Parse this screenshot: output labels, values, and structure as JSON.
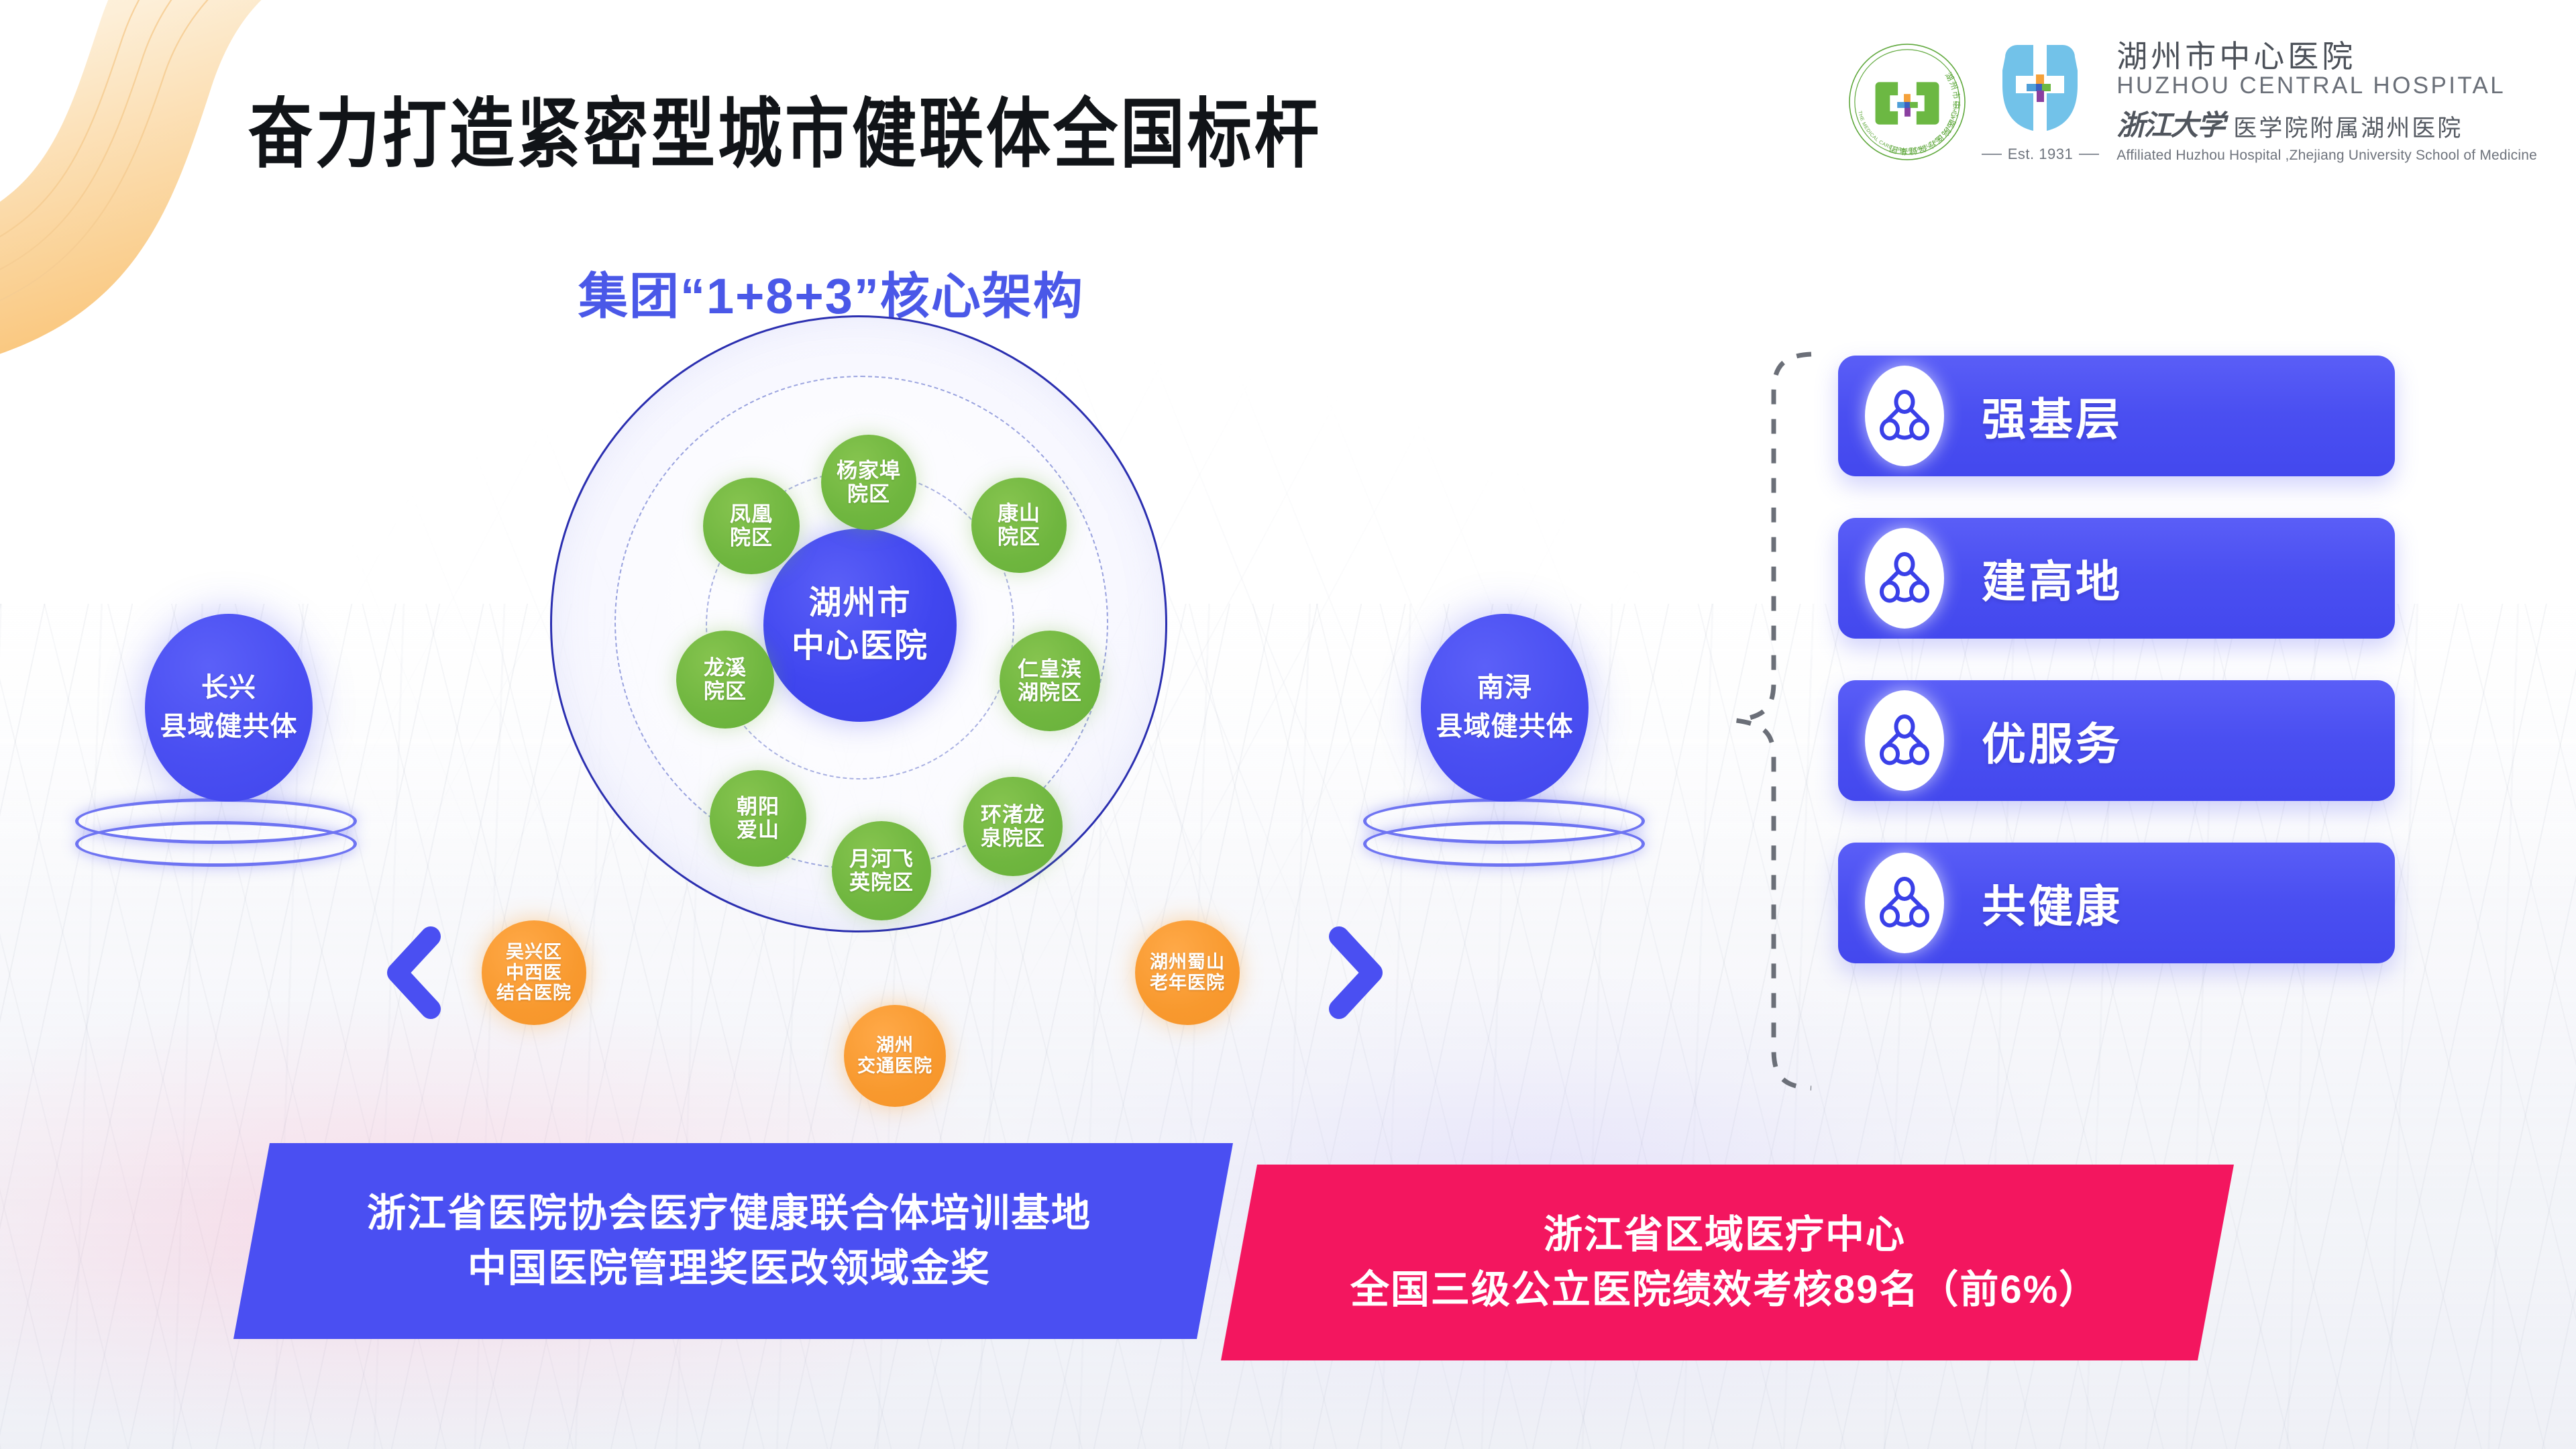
{
  "header": {
    "title": "奋力打造紧密型城市健联体全国标杆",
    "logos": {
      "seal_ring_text": "湖州市中心医院医疗保健集团",
      "seal_en_text": "THE MEDICAL CARE GROUP OF HUZHOU CENTRAL HOSPITAL",
      "est": "Est. 1931",
      "hospital_cn": "湖州市中心医院",
      "hospital_en": "HUZHOU CENTRAL HOSPITAL",
      "zju_logo_cn": "浙江大学",
      "zju_affil_cn": "医学院附属湖州医院",
      "zju_affil_en": "Affiliated Huzhou Hospital ,Zhejiang University School of Medicine"
    }
  },
  "subtitle": "集团“1+8+3”核心架构",
  "diagram": {
    "center": "湖州市\n中心医院",
    "center_line1": "湖州市",
    "center_line2": "中心医院",
    "campuses": [
      {
        "label": "杨家埠\n院区",
        "line1": "杨家埠",
        "line2": "院区"
      },
      {
        "label": "康山\n院区",
        "line1": "康山",
        "line2": "院区"
      },
      {
        "label": "仁皇滨\n湖院区",
        "line1": "仁皇滨",
        "line2": "湖院区"
      },
      {
        "label": "环渚龙\n泉院区",
        "line1": "环渚龙",
        "line2": "泉院区"
      },
      {
        "label": "月河飞\n英院区",
        "line1": "月河飞",
        "line2": "英院区"
      },
      {
        "label": "朝阳\n爱山",
        "line1": "朝阳",
        "line2": "爱山"
      },
      {
        "label": "龙溪\n院区",
        "line1": "龙溪",
        "line2": "院区"
      },
      {
        "label": "凤凰\n院区",
        "line1": "凤凰",
        "line2": "院区"
      }
    ],
    "affiliates": [
      {
        "line1": "吴兴区",
        "line2": "中西医",
        "line3": "结合医院"
      },
      {
        "line1": "湖州蜀山",
        "line2": "老年医院",
        "line3": ""
      },
      {
        "line1": "湖州",
        "line2": "交通医院",
        "line3": ""
      }
    ],
    "left_unit": {
      "line1": "长兴",
      "line2": "县域健共体"
    },
    "right_unit": {
      "line1": "南浔",
      "line2": "县域健共体"
    }
  },
  "goals": [
    {
      "label": "强基层",
      "icon": "people-group-icon"
    },
    {
      "label": "建高地",
      "icon": "people-group-icon"
    },
    {
      "label": "优服务",
      "icon": "people-group-icon"
    },
    {
      "label": "共健康",
      "icon": "people-group-icon"
    }
  ],
  "banners": {
    "left": {
      "line1": "浙江省医院协会医疗健康联合体培训基地",
      "line2": "中国医院管理奖医改领域金奖",
      "color": "#4a4ff2"
    },
    "right": {
      "line1": "浙江省区域医疗中心",
      "line2": "全国三级公立医院绩效考核89名（前6%）",
      "color": "#f3165f"
    }
  },
  "colors": {
    "brand_blue": "#4a4ff2",
    "deep_blue": "#2b2fb0",
    "green": "#6fb63f",
    "orange": "#f8992e",
    "magenta": "#f3165f",
    "ribbon_orange": "#f9c278"
  }
}
